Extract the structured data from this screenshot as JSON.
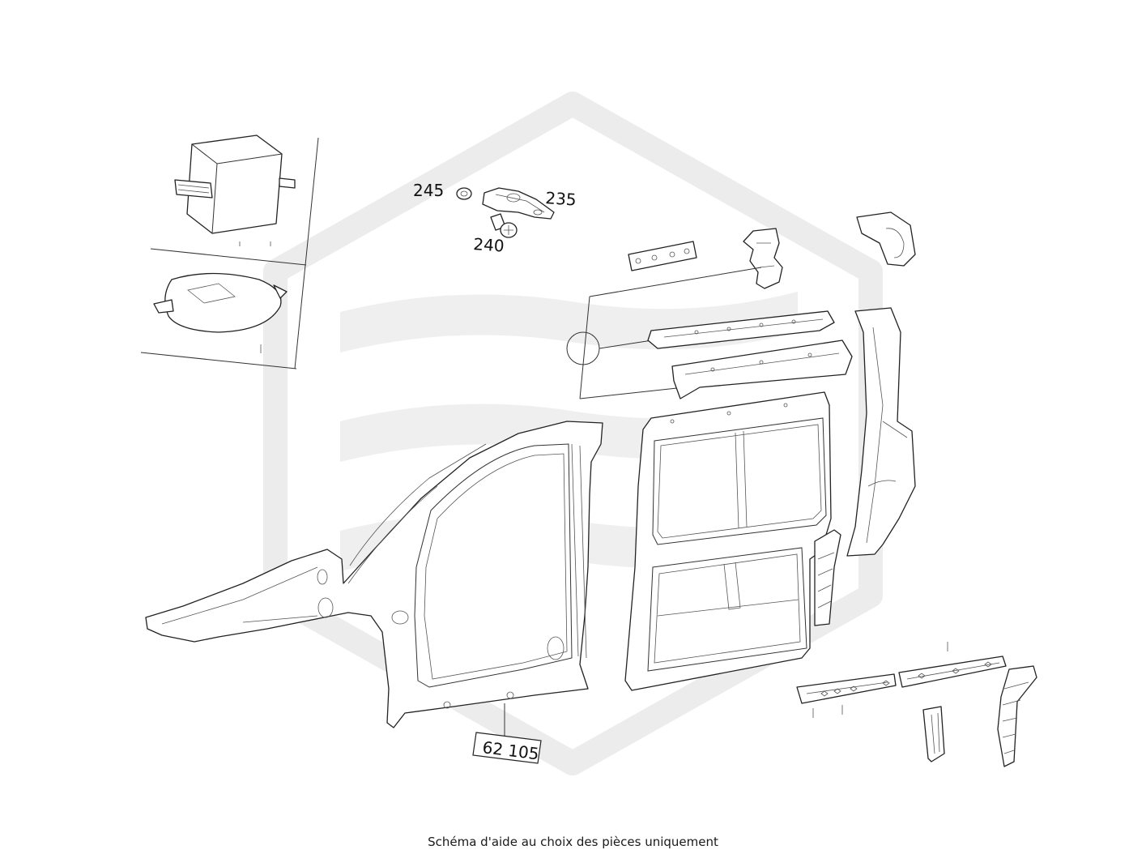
{
  "caption": "Schéma d'aide au choix des pièces uniquement",
  "callouts": {
    "p245": "245",
    "p235": "235",
    "p240": "240",
    "assembly": "62 105"
  },
  "colors": {
    "line": "#222222",
    "watermark": "#ececec"
  }
}
